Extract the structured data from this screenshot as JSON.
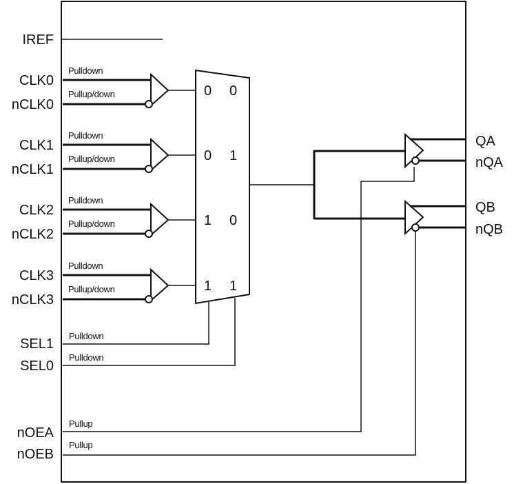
{
  "diagram": {
    "title": "Clock multiplexer / fanout buffer block diagram",
    "inputs": {
      "iref": "IREF",
      "clk_pairs": [
        {
          "pos": "CLK0",
          "neg": "nCLK0",
          "pos_bias": "Pulldown",
          "neg_bias": "Pullup/down",
          "mux_code": [
            "0",
            "0"
          ]
        },
        {
          "pos": "CLK1",
          "neg": "nCLK1",
          "pos_bias": "Pulldown",
          "neg_bias": "Pullup/down",
          "mux_code": [
            "0",
            "1"
          ]
        },
        {
          "pos": "CLK2",
          "neg": "nCLK2",
          "pos_bias": "Pulldown",
          "neg_bias": "Pullup/down",
          "mux_code": [
            "1",
            "0"
          ]
        },
        {
          "pos": "CLK3",
          "neg": "nCLK3",
          "pos_bias": "Pulldown",
          "neg_bias": "Pullup/down",
          "mux_code": [
            "1",
            "1"
          ]
        }
      ],
      "selects": [
        {
          "name": "SEL1",
          "bias": "Pulldown"
        },
        {
          "name": "SEL0",
          "bias": "Pulldown"
        }
      ],
      "enables": [
        {
          "name": "nOEA",
          "bias": "Pullup"
        },
        {
          "name": "nOEB",
          "bias": "Pullup"
        }
      ]
    },
    "outputs": [
      {
        "pos": "QA",
        "neg": "nQA"
      },
      {
        "pos": "QB",
        "neg": "nQB"
      }
    ]
  }
}
